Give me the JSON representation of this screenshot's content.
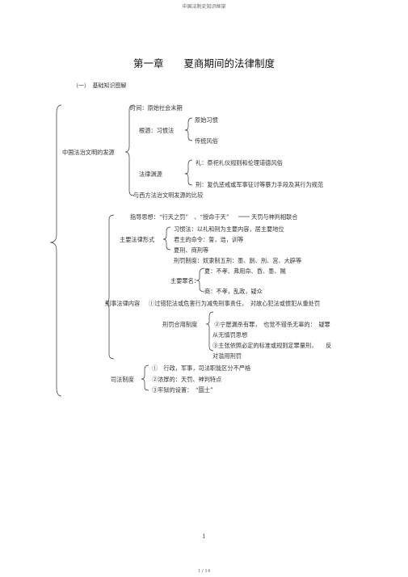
{
  "header": "中国法制史知识框架",
  "title": "第一章　　夏商期间的法律制度",
  "section": "（一）　基础知识图解",
  "origin": {
    "label": "中国法治文明的发源",
    "time": "时间：原始社会末期",
    "source": "根源：习惯法",
    "source_items": [
      "原始习惯",
      "传统风俗"
    ],
    "legal_source": "法律渊源",
    "rites": "礼：祭祀礼仪规则和伦理道德风俗",
    "punish": "刑：复仇惩戒或军事征讨等暴力手段及其行为规范",
    "compare": "与西方法治文明发源的比较"
  },
  "criminal": {
    "guiding": "指导思想：“行天之罚”　、“授命于天”",
    "guiding_tail": "天罚与神判相联合",
    "forms_label": "主要法律形式",
    "forms": [
      "习惯法：以礼和刑为主要内容，居主要地位",
      "君主的命令：誓，诰，训等",
      "夏刑、商刑等"
    ],
    "system": "刑罚制度：奴隶制五刑：墨、劓、刖、宫、大辟等",
    "crimes_label": "主要罪名：",
    "crime1": "夏：不孝、弗用命、昏、墨、贼",
    "crime2": "商：不孝，乱政，疑众",
    "content_label": "刑事法律内容",
    "apply1": "①过错犯法或危害行为减免刑事责任，　对故心犯法或惯犯从重处罚",
    "apply_label": "刑罚合用制度",
    "apply2": "②宁愿漏杀有罪，　也觉不错杀无辜的：　疑罪",
    "apply2b": "从无慎罚思想",
    "apply3": "③主张依照必定的标准或规则定罪量刑，　　反",
    "apply3b": "对滥用刑罚"
  },
  "judicial": {
    "label": "司法制度",
    "items": [
      "①　行政，军事，司法职能区分不严格",
      "②浓厚的：天罚、神判特点",
      "③牢狱的设置：　“圜土”"
    ]
  },
  "page_number": "1",
  "footer": "1 / 14"
}
